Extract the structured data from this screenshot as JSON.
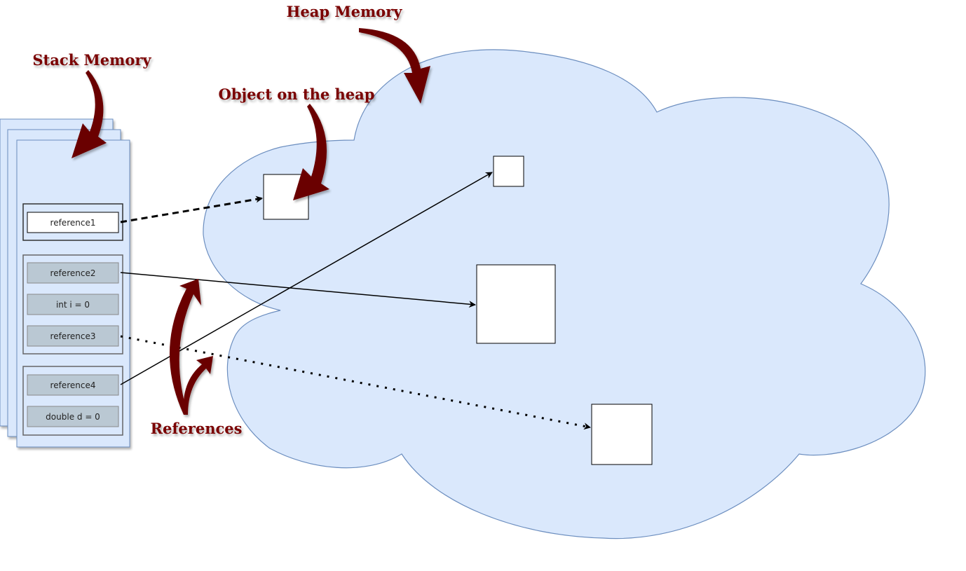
{
  "annotations": {
    "heap_memory": "Heap Memory",
    "stack_memory": "Stack Memory",
    "object_on_heap": "Object on the heap",
    "references": "References"
  },
  "stack": {
    "reference1": "reference1",
    "reference2": "reference2",
    "int_i": "int i = 0",
    "reference3": "reference3",
    "reference4": "reference4",
    "double_d": "double d = 0"
  },
  "colors": {
    "cloud_fill": "#dae8fc",
    "cloud_stroke": "#6c8ebf",
    "stack_fill": "#dae8fc",
    "stack_stroke": "#6c8ebf",
    "slot_fill": "#bac8d3",
    "annotation_red": "#7a0000",
    "arrow_dark": "#6b0000"
  }
}
